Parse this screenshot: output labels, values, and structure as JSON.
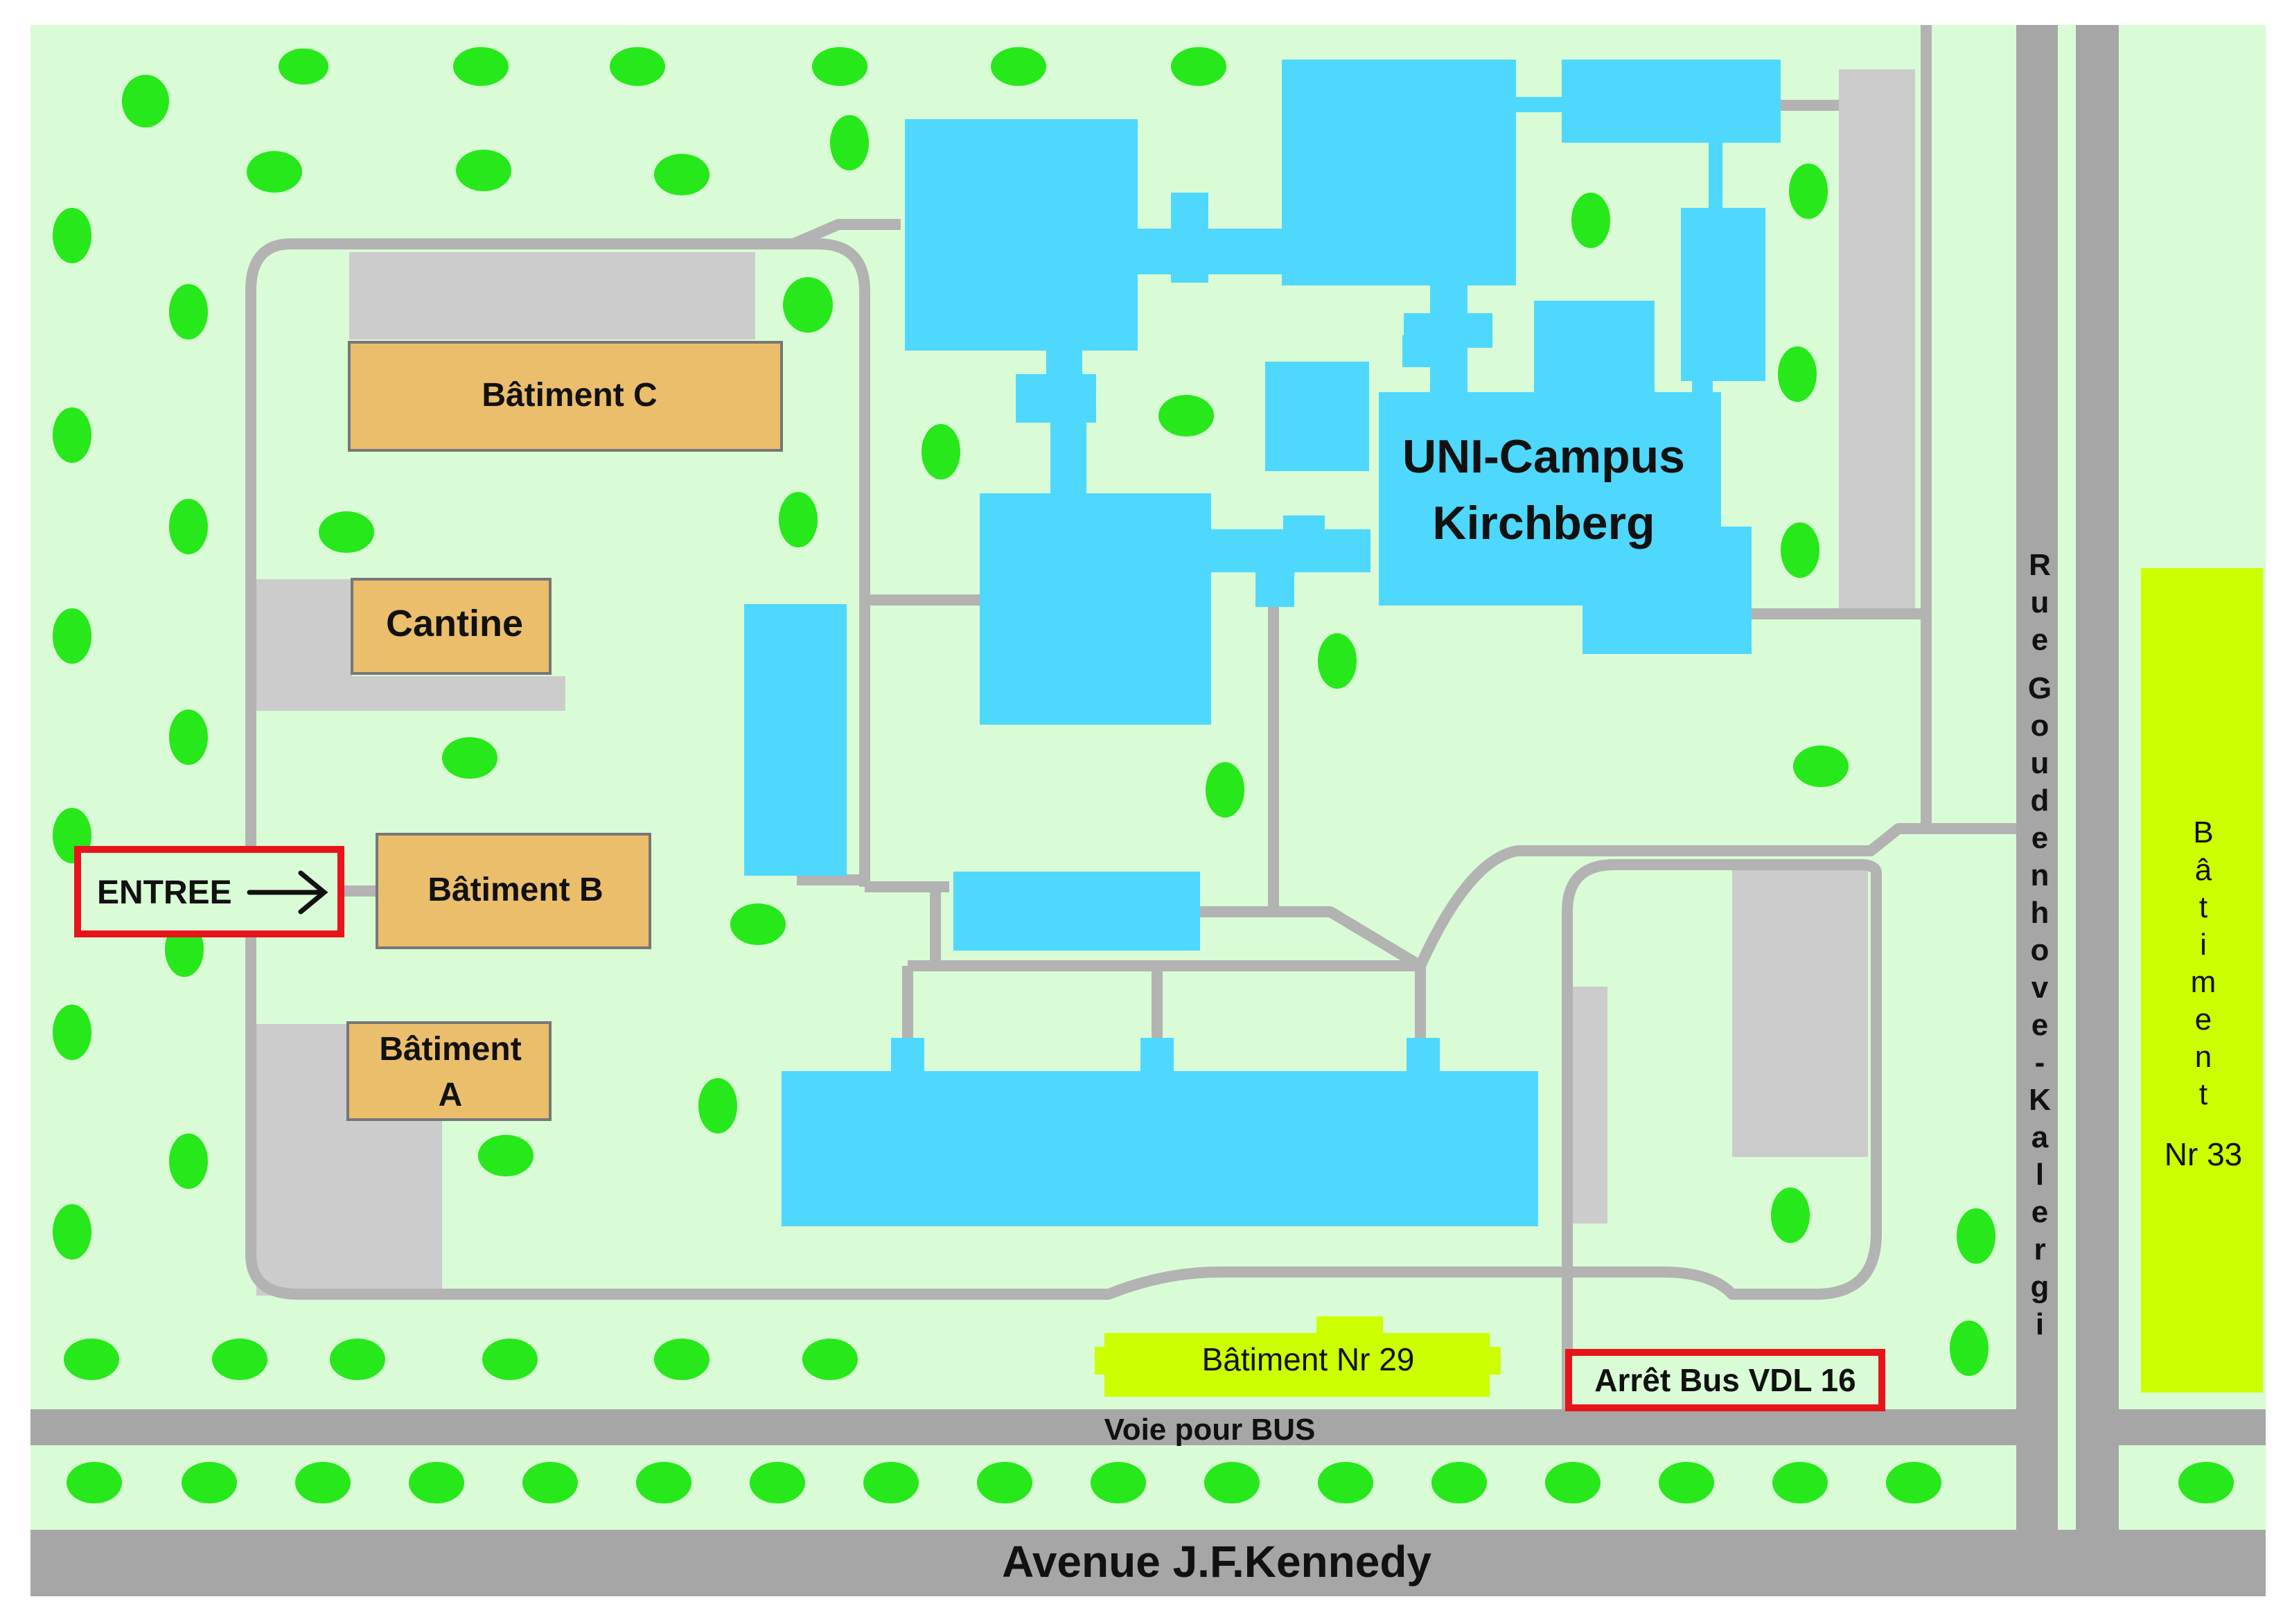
{
  "map": {
    "campus_label": [
      "UNI-Campus",
      "Kirchberg"
    ],
    "buildings": {
      "batiment_c": "Bâtiment C",
      "cantine": "Cantine",
      "batiment_b": "Bâtiment B",
      "batiment_a": [
        "Bâtiment",
        "A"
      ],
      "batiment_29": "Bâtiment Nr 29",
      "batiment_33": [
        "B",
        "â",
        "t",
        "i",
        "m",
        "e",
        "n",
        "t"
      ],
      "batiment_33_nr": "Nr 33"
    },
    "entrance": {
      "label": "ENTREE",
      "arrow": "arrow-right-icon"
    },
    "bus_stop": "Arrêt Bus VDL 16",
    "roads": {
      "bus_lane": "Voie pour BUS",
      "avenue": "Avenue J.F.Kennedy",
      "rue_vertical": [
        "R",
        "u",
        "e",
        "G",
        "o",
        "u",
        "d",
        "e",
        "n",
        "h",
        "o",
        "v",
        "e",
        "-",
        "K",
        "a",
        "l",
        "e",
        "r",
        "g",
        "i"
      ]
    },
    "colors": {
      "grass": "#d9fcd6",
      "tree": "#27e81a",
      "road": "#a6a6a6",
      "path": "#b3b3b3",
      "parking": "#cccccc",
      "campus_building": "#4fd8fe",
      "labelled_building": "#ebbe6c",
      "other_building": "#ccff00",
      "highlight": "#e8141b"
    }
  }
}
